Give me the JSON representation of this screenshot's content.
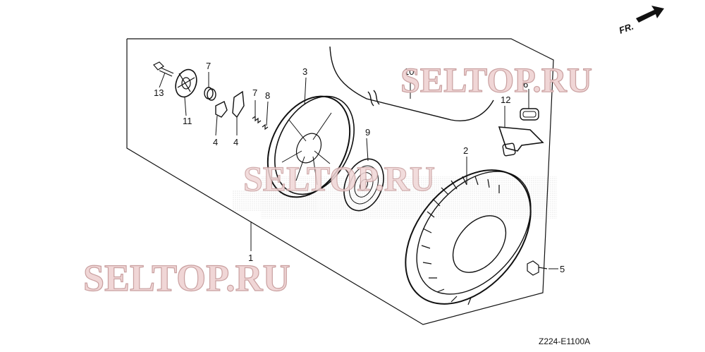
{
  "diagram_code": "Z224-E1100A",
  "front_marker": "FR.",
  "watermark_text": "SELTOP.RU",
  "callouts": [
    "1",
    "2",
    "3",
    "4",
    "4",
    "5",
    "6",
    "7",
    "7",
    "8",
    "9",
    "10",
    "11",
    "12",
    "13"
  ],
  "colors": {
    "line": "#111111",
    "watermark_fill": "#f0d6d6",
    "watermark_stroke": "#c9a0a0",
    "background": "#ffffff"
  }
}
